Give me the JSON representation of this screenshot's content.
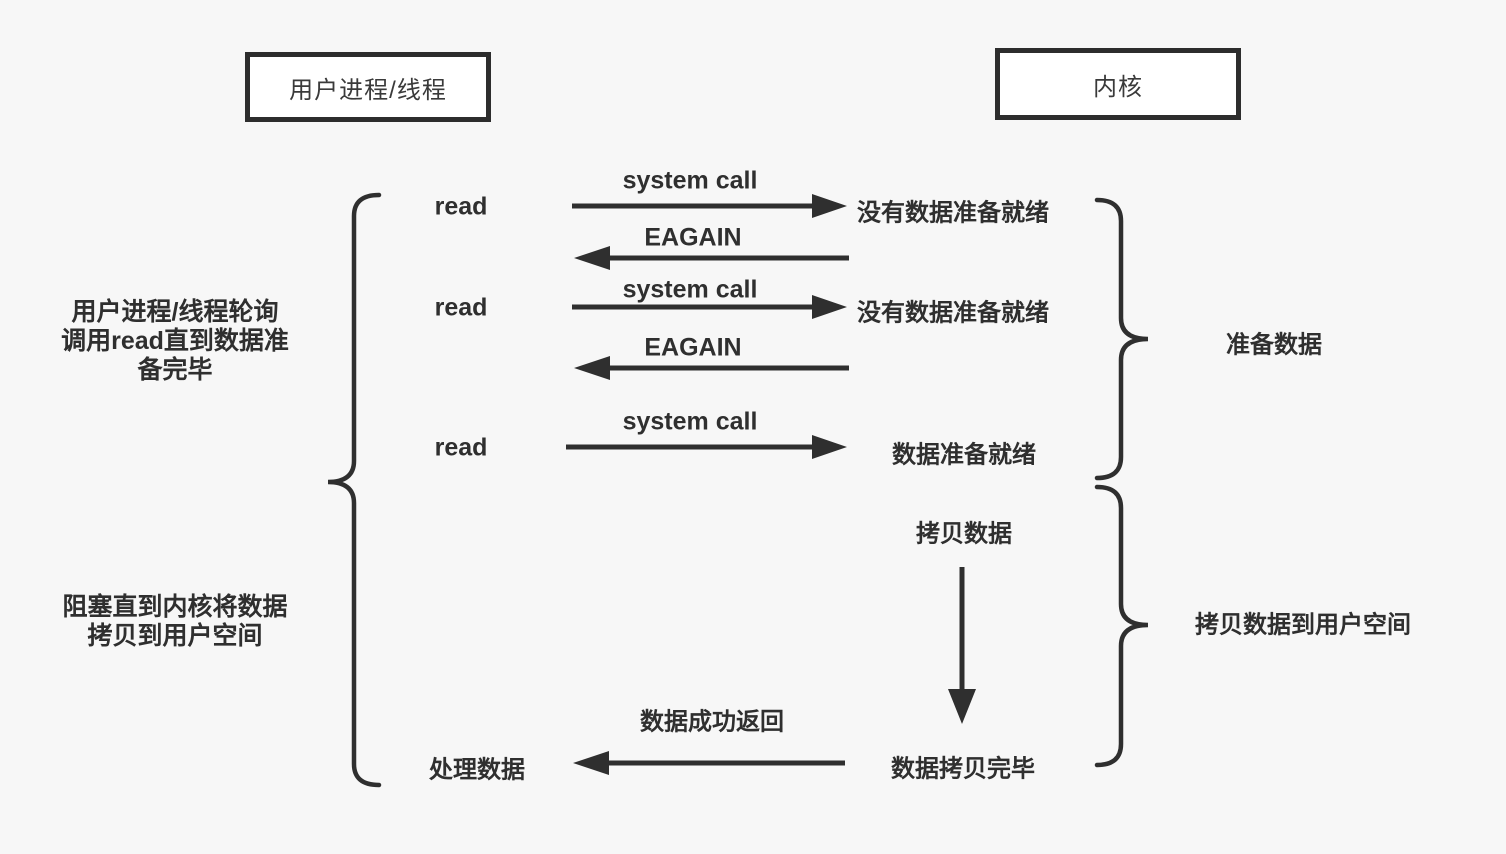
{
  "colors": {
    "background": "#f7f7f7",
    "ink": "#2f2f2f",
    "box_fill": "#ffffff"
  },
  "boxes": {
    "user": "用户进程/线程",
    "kernel": "内核"
  },
  "left_notes": {
    "polling": "用户进程/线程轮询\n调用read直到数据准\n备完毕",
    "blocking": "阻塞直到内核将数据\n拷贝到用户空间"
  },
  "right_notes": {
    "prepare": "准备数据",
    "copy_to_user": "拷贝数据到用户空间"
  },
  "flow": {
    "read1": "read",
    "syscall1": "system call",
    "not_ready1": "没有数据准备就绪",
    "eagain1": "EAGAIN",
    "read2": "read",
    "syscall2": "system call",
    "not_ready2": "没有数据准备就绪",
    "eagain2": "EAGAIN",
    "read3": "read",
    "syscall3": "system call",
    "data_ready": "数据准备就绪",
    "copy_data": "拷贝数据",
    "copy_done": "数据拷贝完毕",
    "return_success": "数据成功返回",
    "process_data": "处理数据"
  }
}
